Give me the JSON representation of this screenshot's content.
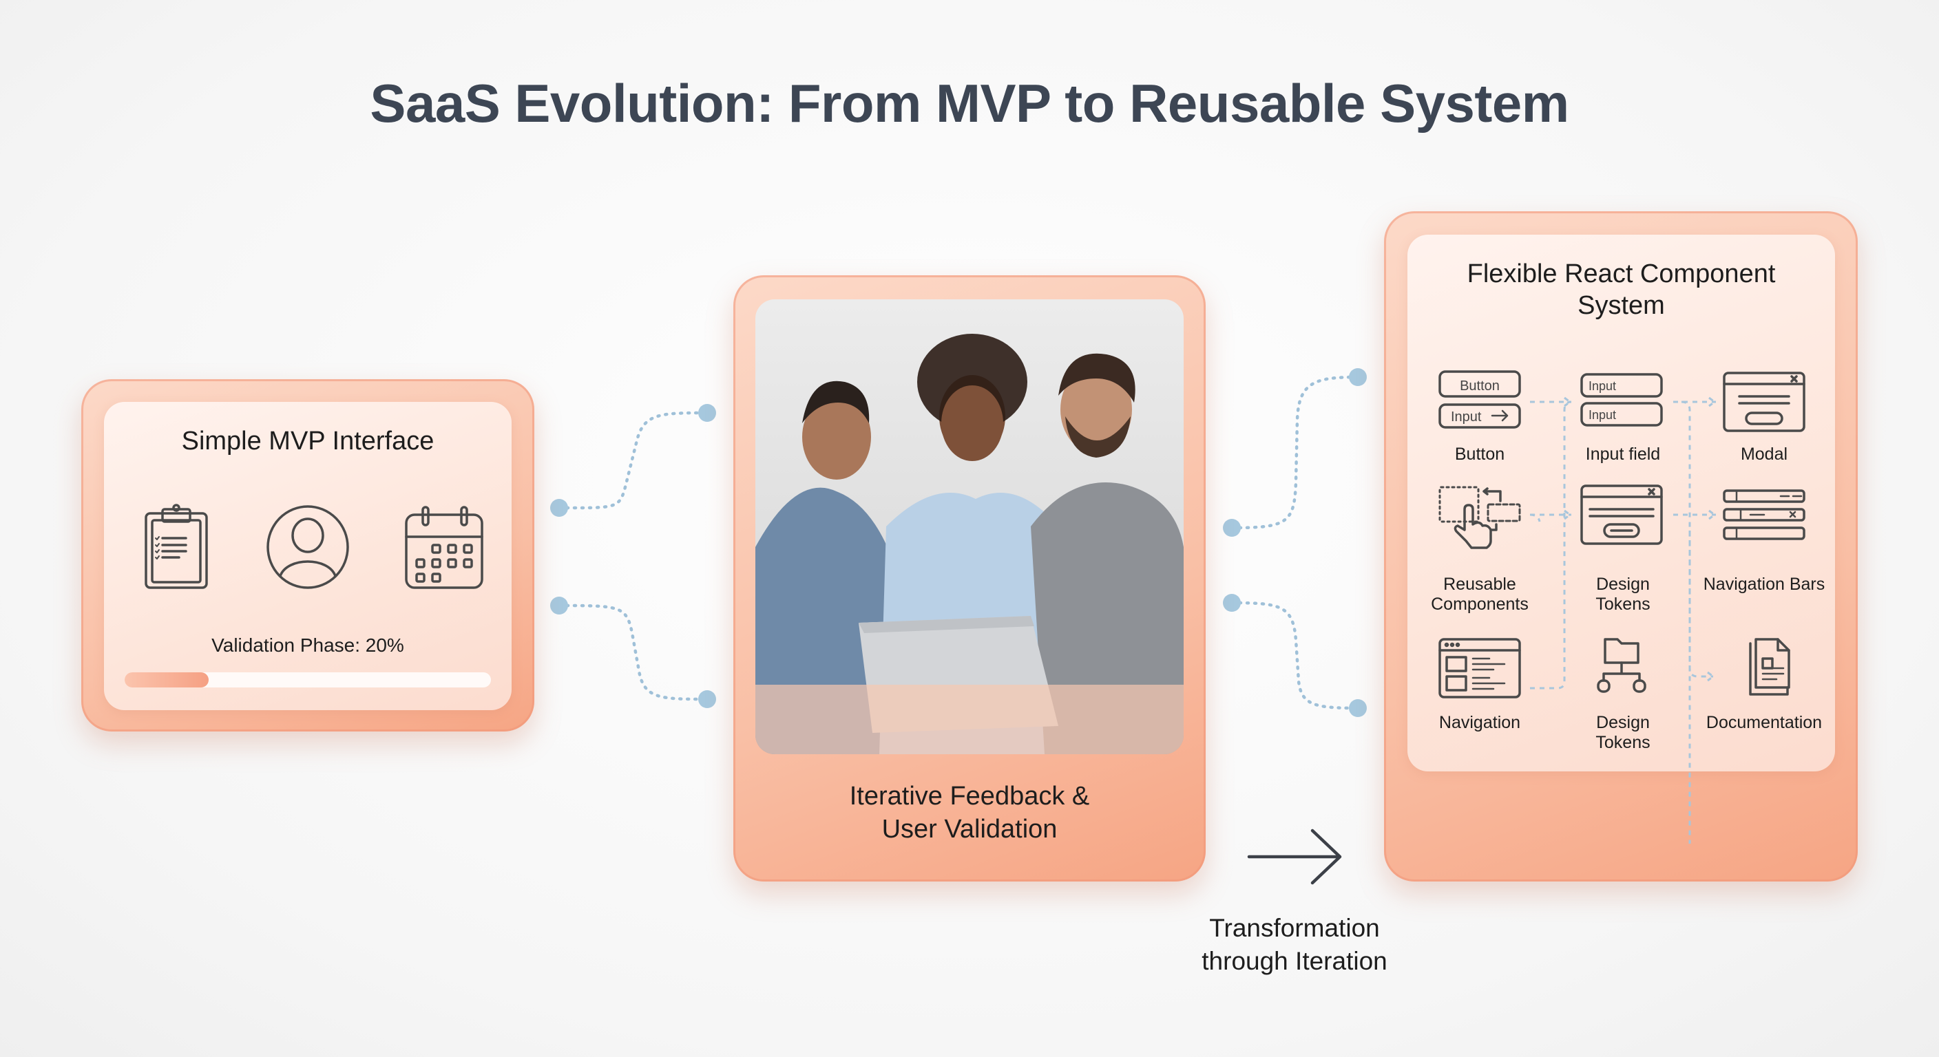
{
  "title": "SaaS Evolution: From MVP to Reusable System",
  "mvp_card": {
    "title": "Simple MVP Interface",
    "icons": [
      "clipboard-checklist-icon",
      "user-profile-icon",
      "calendar-icon"
    ],
    "progress_label": "Validation Phase: 20%",
    "progress_percent": 20,
    "accent": "#f5a083"
  },
  "feedback_card": {
    "caption_line1": "Iterative Feedback &",
    "caption_line2": "User Validation"
  },
  "system_card": {
    "title_line1": "Flexible React Component",
    "title_line2": "System",
    "components": [
      {
        "label": "Button",
        "icon": "button-input-icon",
        "icon_text": [
          "Button",
          "Input"
        ]
      },
      {
        "label": "Input field",
        "icon": "input-fields-icon",
        "icon_text": [
          "Input",
          "Input"
        ]
      },
      {
        "label": "Modal",
        "icon": "modal-window-icon"
      },
      {
        "label_line1": "Reusable",
        "label_line2": "Components",
        "icon": "drag-hand-icon"
      },
      {
        "label_line1": "Design",
        "label_line2": "Tokens",
        "icon": "dialog-window-icon"
      },
      {
        "label": "Navigation Bars",
        "icon": "navigation-bars-icon"
      },
      {
        "label": "Navigation",
        "icon": "browser-layout-icon"
      },
      {
        "label_line1": "Design",
        "label_line2": "Tokens",
        "icon": "folder-tree-icon"
      },
      {
        "label": "Documentation",
        "icon": "documents-icon"
      }
    ]
  },
  "transition": {
    "label_line1": "Transformation",
    "label_line2": "through Iteration",
    "icon": "arrow-right-icon"
  },
  "colors": {
    "title": "#3d4654",
    "card": "#f9bfa5",
    "connector": "#a6c8de"
  }
}
